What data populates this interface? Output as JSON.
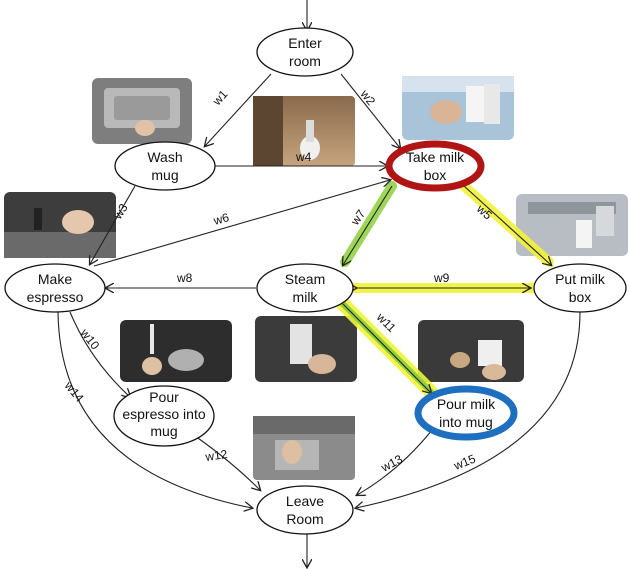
{
  "nodes": {
    "enter_room": [
      "Enter",
      "room"
    ],
    "wash_mug": [
      "Wash",
      "mug"
    ],
    "take_milk_box": [
      "Take milk",
      "box"
    ],
    "make_espresso": [
      "Make",
      "espresso"
    ],
    "steam_milk": [
      "Steam",
      "milk"
    ],
    "put_milk_box": [
      "Put milk",
      "box"
    ],
    "pour_espresso": [
      "Pour",
      "espresso into",
      "mug"
    ],
    "pour_milk": [
      "Pour milk",
      "into mug"
    ],
    "leave_room": [
      "Leave",
      "Room"
    ]
  },
  "edges": {
    "w1": "w1",
    "w2": "w2",
    "w3": "w3",
    "w4": "w4",
    "w5": "w5",
    "w6": "w6",
    "w7": "w7",
    "w8": "w8",
    "w9": "w9",
    "w10": "w10",
    "w11": "w11",
    "w12": "w12",
    "w13": "w13",
    "w14": "w14",
    "w15": "w15"
  },
  "highlight_colors": {
    "green": "#8ccf3c",
    "yellow": "#f2f23a",
    "red_ring": "#b01515",
    "blue_ring": "#1e6fc0"
  }
}
